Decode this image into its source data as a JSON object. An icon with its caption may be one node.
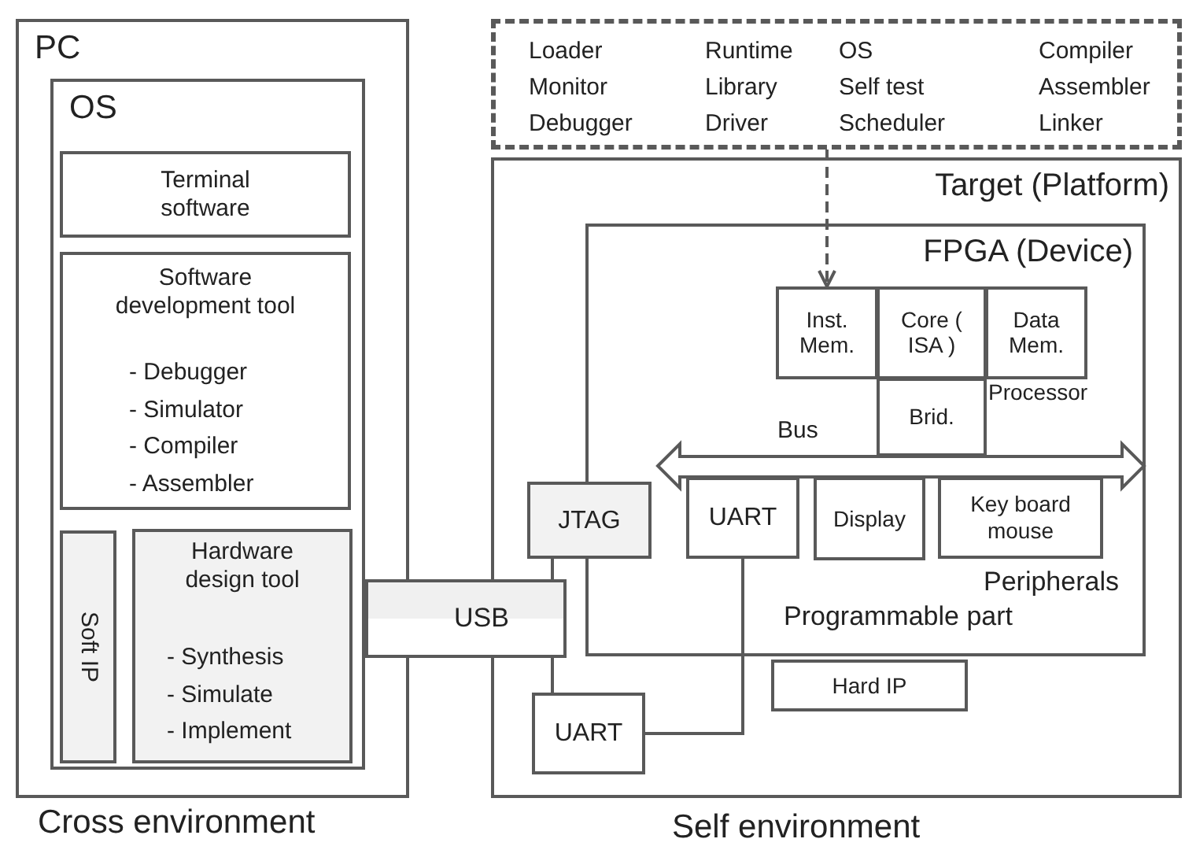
{
  "diagram": {
    "nodes": [
      {
        "text": [
          "PC"
        ]
      },
      {
        "text": [
          "OS"
        ],
        "in": 0
      },
      {
        "text": [
          "Terminal software"
        ],
        "in": 1
      },
      {
        "text": [
          "Software development tool",
          "- Debugger",
          "- Simulator",
          "- Compiler",
          "- Assembler"
        ],
        "in": 1
      },
      {
        "text": [
          "Soft IP"
        ],
        "in": 1
      },
      {
        "text": [
          "Hardware design tool",
          "- Synthesis",
          "- Simulate",
          "- Implement"
        ],
        "in": 1
      },
      {
        "text": [
          "USB"
        ]
      },
      {
        "text": [
          "Loader",
          "Monitor",
          "Debugger",
          "Runtime",
          "Library",
          "Driver",
          "OS",
          "Self test",
          "Scheduler",
          "Compiler",
          "Assembler",
          "Linker"
        ]
      },
      {
        "text": [
          "Target (Platform)"
        ]
      },
      {
        "text": [
          "FPGA (Device)"
        ],
        "in": 8
      },
      {
        "text": [
          "Inst. Mem."
        ],
        "in": 9
      },
      {
        "text": [
          "Core ( ISA )"
        ],
        "in": 9
      },
      {
        "text": [
          "Data Mem."
        ],
        "in": 9
      },
      {
        "text": [
          "Brid."
        ],
        "in": 9
      },
      {
        "text": [
          "UART"
        ],
        "in": 9
      },
      {
        "text": [
          "Display"
        ],
        "in": 9
      },
      {
        "text": [
          "Key board mouse"
        ],
        "in": 9
      },
      {
        "text": [
          "JTAG"
        ],
        "in": 8
      },
      {
        "text": [
          "Hard IP"
        ],
        "in": 8
      },
      {
        "text": [
          "UART"
        ],
        "in": 8
      }
    ],
    "edges": [
      {
        "from": 7,
        "to": 10,
        "arrow": "to",
        "style": "dashed"
      },
      {
        "from": 17,
        "to": 6,
        "arrow": "none"
      },
      {
        "from": 6,
        "to": 19,
        "arrow": "none"
      },
      {
        "from": 19,
        "to": 14,
        "arrow": "none"
      }
    ],
    "labels": [
      "Processor",
      "Bus",
      "Peripherals",
      "Programmable part",
      "Cross environment",
      "Self environment"
    ]
  }
}
